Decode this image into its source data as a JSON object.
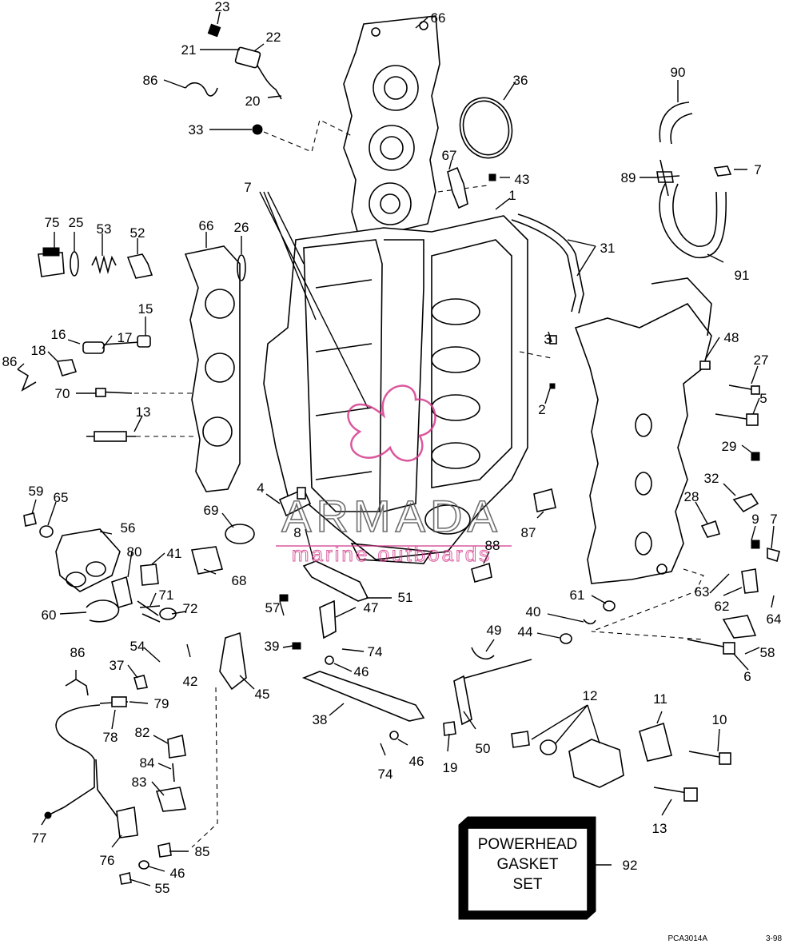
{
  "diagram": {
    "callouts": [
      "23",
      "66",
      "22",
      "21",
      "86",
      "20",
      "36",
      "33",
      "67",
      "43",
      "90",
      "7",
      "89",
      "1",
      "7",
      "75",
      "25",
      "53",
      "52",
      "66",
      "26",
      "31",
      "91",
      "15",
      "16",
      "18",
      "17",
      "86",
      "70",
      "13",
      "3",
      "48",
      "27",
      "2",
      "5",
      "29",
      "59",
      "65",
      "4",
      "69",
      "32",
      "28",
      "9",
      "7",
      "56",
      "8",
      "87",
      "80",
      "41",
      "68",
      "88",
      "60",
      "71",
      "72",
      "51",
      "61",
      "63",
      "62",
      "64",
      "54",
      "57",
      "47",
      "40",
      "44",
      "49",
      "39",
      "74",
      "37",
      "42",
      "46",
      "86",
      "58",
      "6",
      "79",
      "45",
      "38",
      "11",
      "10",
      "12",
      "78",
      "82",
      "50",
      "84",
      "46",
      "83",
      "19",
      "74",
      "13",
      "77",
      "76",
      "85",
      "46",
      "55",
      "92"
    ],
    "gasket_box": {
      "line1": "POWERHEAD",
      "line2": "GASKET",
      "line3": "SET"
    },
    "footer_code": "PCA3014A",
    "footer_date": "3-98",
    "watermark": {
      "main": "ARMADA",
      "sub": "marine outboards",
      "color": "#d43c8c"
    }
  }
}
